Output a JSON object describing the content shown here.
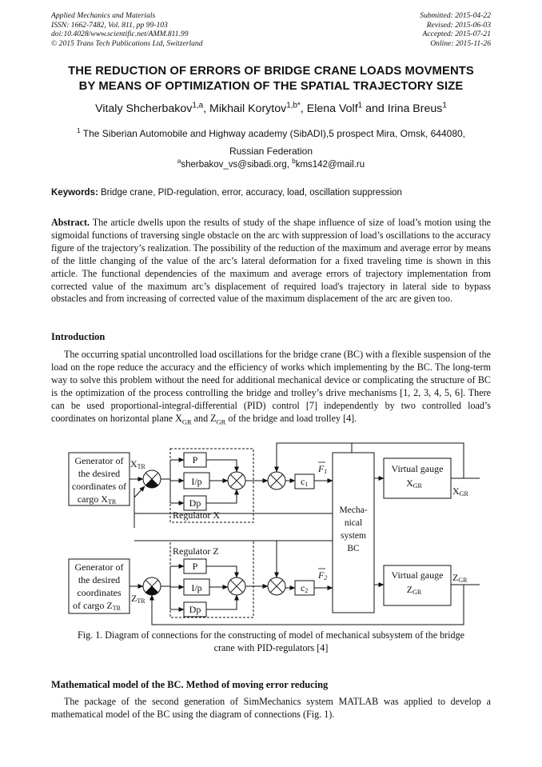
{
  "header": {
    "left_lines": [
      "Applied Mechanics and Materials",
      "ISSN: 1662-7482, Vol. 811, pp 99-103",
      "doi:10.4028/www.scientific.net/AMM.811.99",
      "© 2015 Trans Tech Publications Ltd, Switzerland"
    ],
    "right_lines": [
      "Submitted: 2015-04-22",
      "Revised: 2015-06-03",
      "Accepted: 2015-07-21",
      "Online: 2015-11-26"
    ]
  },
  "title": {
    "line1": "THE REDUCTION OF ERRORS OF BRIDGE CRANE LOADS MOVMENTS",
    "line2": "BY  MEANS OF OPTIMIZATION OF THE SPATIAL TRAJECTORY SIZE"
  },
  "authors": [
    {
      "name": "Vitaly Shcherbakov",
      "sup": "1,a",
      "sep": ", "
    },
    {
      "name": "Mikhail Korytov",
      "sup": "1,b*",
      "sep": ", "
    },
    {
      "name": "Elena Volf",
      "sup": "1",
      "sep": " and "
    },
    {
      "name": "Irina Breus",
      "sup": "1",
      "sep": ""
    }
  ],
  "affiliation": {
    "sup": "1",
    "line1": " The Siberian  Automobile and Highway academy (SibADI),5 prospect Mira, Omsk, 644080,",
    "line2": "Russian Federation"
  },
  "emails": [
    {
      "sup": "a",
      "text": "sherbakov_vs@sibadi.org, "
    },
    {
      "sup": "b",
      "text": "kms142@mail.ru"
    }
  ],
  "keywords": {
    "label": "Keywords:",
    "text": " Bridge crane, PID-regulation, error, accuracy, load, oscillation suppression"
  },
  "abstract": {
    "label": "Abstract.",
    "text": " The article dwells upon the results of study of the shape influence of size of load’s motion using the sigmoidal functions of traversing single obstacle on the arc with suppression of load’s oscillations to the accuracy figure of the trajectory’s realization. The possibility of the reduction of the maximum and average error by  means of the little changing of the value of the arc’s lateral deformation for a fixed traveling time is shown in this article. The functional dependencies of the maximum and average errors of trajectory implementation from corrected value of the maximum arc’s displacement of required load's trajectory in lateral side to bypass obstacles and from increasing of corrected value of the maximum displacement of the arc are given too."
  },
  "intro": {
    "heading": "Introduction",
    "text_a": "The occurring spatial uncontrolled load oscillations for the bridge crane (BC) with a flexible suspension of the load on the rope    reduce the accuracy and the efficiency of works which implementing by the BC. The long-term way to solve this problem without the need for additional mechanical device or complicating the structure of BC is the optimization of the process controlling the bridge and trolley’s drive mechanisms [1, 2, 3, 4, 5, 6]. There can be used proportional-integral-differential (PID) control [7] independently by two controlled load’s coordinates on horizontal plane X",
    "sub_x": "GR",
    "text_b": " and Z",
    "sub_z": "GR",
    "text_c": " of the bridge and load trolley [4]."
  },
  "diagram": {
    "gen_x": [
      "Generator of",
      "the desired",
      "coordinates of",
      "cargo X"
    ],
    "gen_x_sub": "TR",
    "gen_z": [
      "Generator of",
      "the desired",
      "coordinates",
      "of cargo Z"
    ],
    "gen_z_sub": "TR",
    "xtr": "X",
    "xtr_sub": "TR",
    "ztr": "Z",
    "ztr_sub": "TR",
    "p": "P",
    "ip": "I/p",
    "dp": "Dp",
    "reg_x": "Regulator X",
    "reg_z": "Regulator Z",
    "c1": "c",
    "c1_sub": "1",
    "c2": "c",
    "c2_sub": "2",
    "f1": "F",
    "f1_sub": "1",
    "f2": "F",
    "f2_sub": "2",
    "mech": [
      "Mecha-",
      "nical",
      "system",
      "BC"
    ],
    "gauge_x": "Virtual gauge",
    "gauge_x2": "X",
    "gauge_x_sub": "GR",
    "gauge_z": "Virtual gauge",
    "gauge_z2": "Z",
    "gauge_z_sub": "GR",
    "out_x": "X",
    "out_x_sub": "GR",
    "out_z": "Z",
    "out_z_sub": "GR"
  },
  "caption": {
    "line1": "Fig. 1. Diagram of connections for the constructing  of  model of mechanical subsystem of the bridge",
    "line2": "crane with PID-regulators [4]"
  },
  "section2": {
    "heading": "Mathematical model of the BC. Method of moving error reducing",
    "text": "The package  of the second generation of SimMechanics system MATLAB was applied to develop a mathematical model of the BC using the diagram of connections (Fig. 1)."
  }
}
